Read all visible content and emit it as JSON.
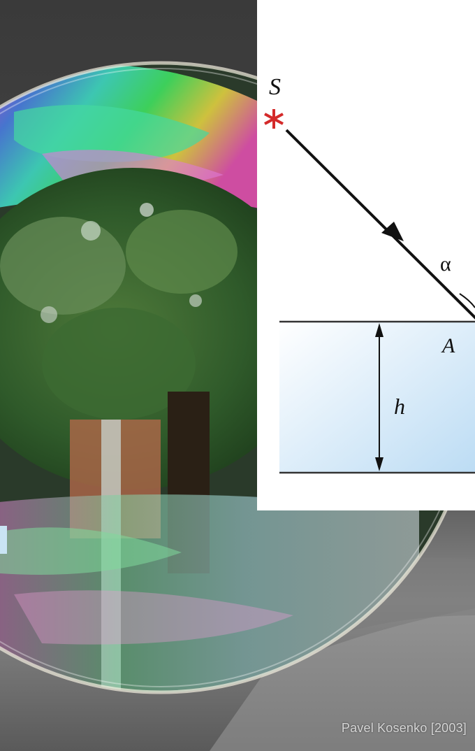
{
  "diagram": {
    "labels": {
      "source": "S",
      "angle": "α",
      "point": "A",
      "thickness": "h"
    },
    "colors": {
      "source_marker": "#d42a2a",
      "ray": "#111111",
      "film_top": "#ffffff",
      "film_bottom": "#bcdcf4"
    }
  },
  "photo": {
    "credit": "Pavel Kosenko [2003]"
  }
}
